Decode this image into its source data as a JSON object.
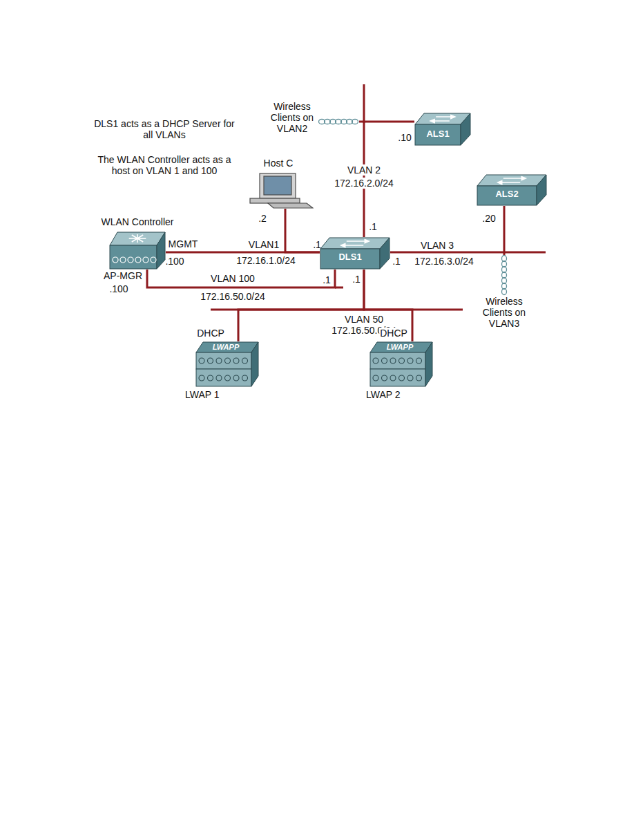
{
  "diagram": {
    "nodes": [
      {
        "text": [
          "ALS1"
        ]
      },
      {
        "text": [
          "Host C"
        ]
      },
      {
        "text": [
          "ALS2"
        ]
      },
      {
        "text": [
          "WLAN Controller"
        ]
      },
      {
        "text": [
          "DLS1"
        ]
      },
      {
        "text": [
          "LWAPP",
          "LWAP 1"
        ]
      },
      {
        "text": [
          "LWAPP",
          "LWAP 2"
        ]
      }
    ],
    "edges": [
      {
        "from": 0,
        "to": 4,
        "arrow": "none"
      },
      {
        "from": 1,
        "to": 4,
        "arrow": "none"
      },
      {
        "from": 2,
        "to": 4,
        "arrow": "none"
      },
      {
        "from": 3,
        "to": 4,
        "arrow": "none"
      },
      {
        "from": 3,
        "to": 4,
        "arrow": "none"
      },
      {
        "from": 5,
        "to": 4,
        "arrow": "none"
      },
      {
        "from": 6,
        "to": 4,
        "arrow": "none"
      }
    ],
    "labels": [
      "DLS1 acts as a DHCP Server for all VLANs",
      "The WLAN Controller acts as a host on VLAN 1 and 100",
      "Wireless Clients on VLAN2",
      ".10",
      "VLAN 2",
      "172.16.2.0/24",
      ".2",
      ".1",
      "MGMT",
      "VLAN1",
      "172.16.1.0/24",
      ".1",
      ".100",
      "VLAN 3",
      "172.16.3.0/24",
      ".1",
      ".20",
      "AP-MGR",
      ".100",
      "VLAN 100",
      "172.16.50.0/24",
      ".1",
      ".1",
      "Wireless Clients on VLAN3",
      "VLAN 50",
      "172.16.50.0/24",
      "DHCP",
      "DHCP"
    ]
  }
}
